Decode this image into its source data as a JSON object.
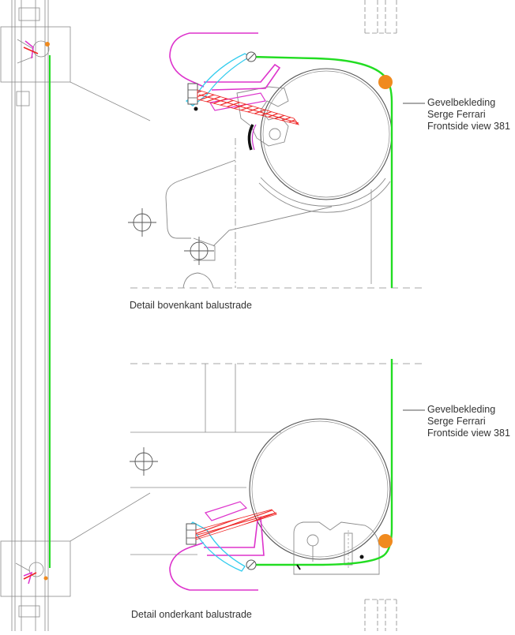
{
  "top_detail": {
    "caption": "Detail bovenkant balustrade",
    "callout": [
      "Gevelbekleding",
      "Serge Ferrari",
      "Frontside view 381"
    ]
  },
  "bottom_detail": {
    "caption": "Detail onderkant balustrade",
    "callout": [
      "Gevelbekleding",
      "Serge Ferrari",
      "Frontside view 381"
    ]
  },
  "colors": {
    "line": "#8a8a8a",
    "dark_line": "#555555",
    "fabric": "#22dd22",
    "profile": "#dd33cc",
    "clip": "#33ccee",
    "screw": "#ee2222",
    "cord": "#f08a1e"
  }
}
